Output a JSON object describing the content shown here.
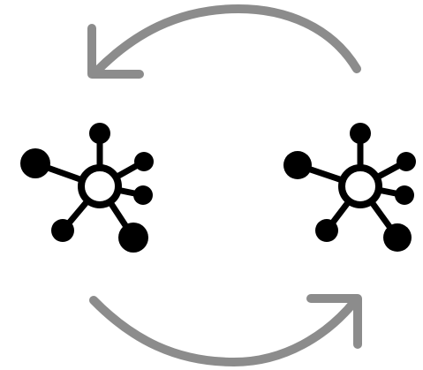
{
  "diagram": {
    "type": "exchange-cycle",
    "nodes": [
      {
        "icon": "network-hub-icon"
      },
      {
        "icon": "network-hub-icon"
      }
    ],
    "arrows": [
      {
        "icon": "curved-arrow-left-icon",
        "direction": "right-to-left"
      },
      {
        "icon": "curved-arrow-right-icon",
        "direction": "left-to-right"
      }
    ],
    "colors": {
      "node": "#000000",
      "node_center": "#ffffff",
      "arrow": "#8c8c8c"
    }
  }
}
